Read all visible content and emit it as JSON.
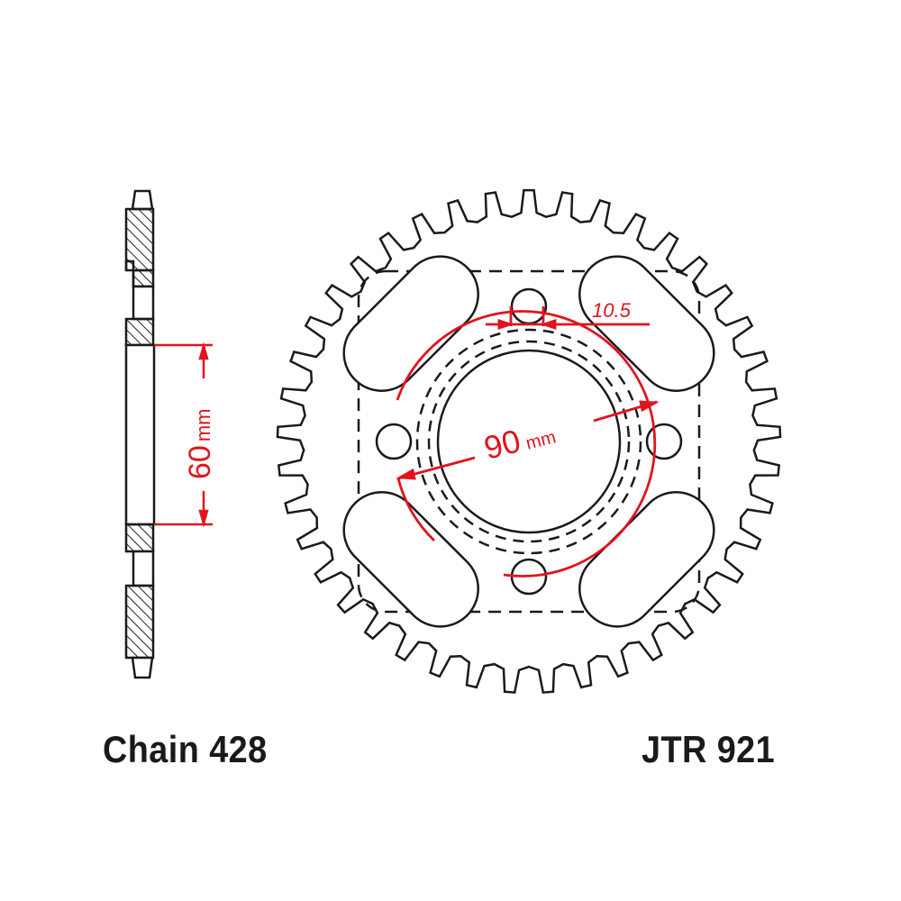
{
  "side_view": {
    "bore_dimension": "60",
    "unit": "mm"
  },
  "front_view": {
    "pcd_dimension": "90",
    "unit": "mm",
    "bolt_hole_dimension": "10.5"
  },
  "labels": {
    "chain": "Chain 428",
    "part_number": "JTR 921"
  },
  "colors": {
    "line": "#1a1a1a",
    "dimension": "#e0141e"
  }
}
